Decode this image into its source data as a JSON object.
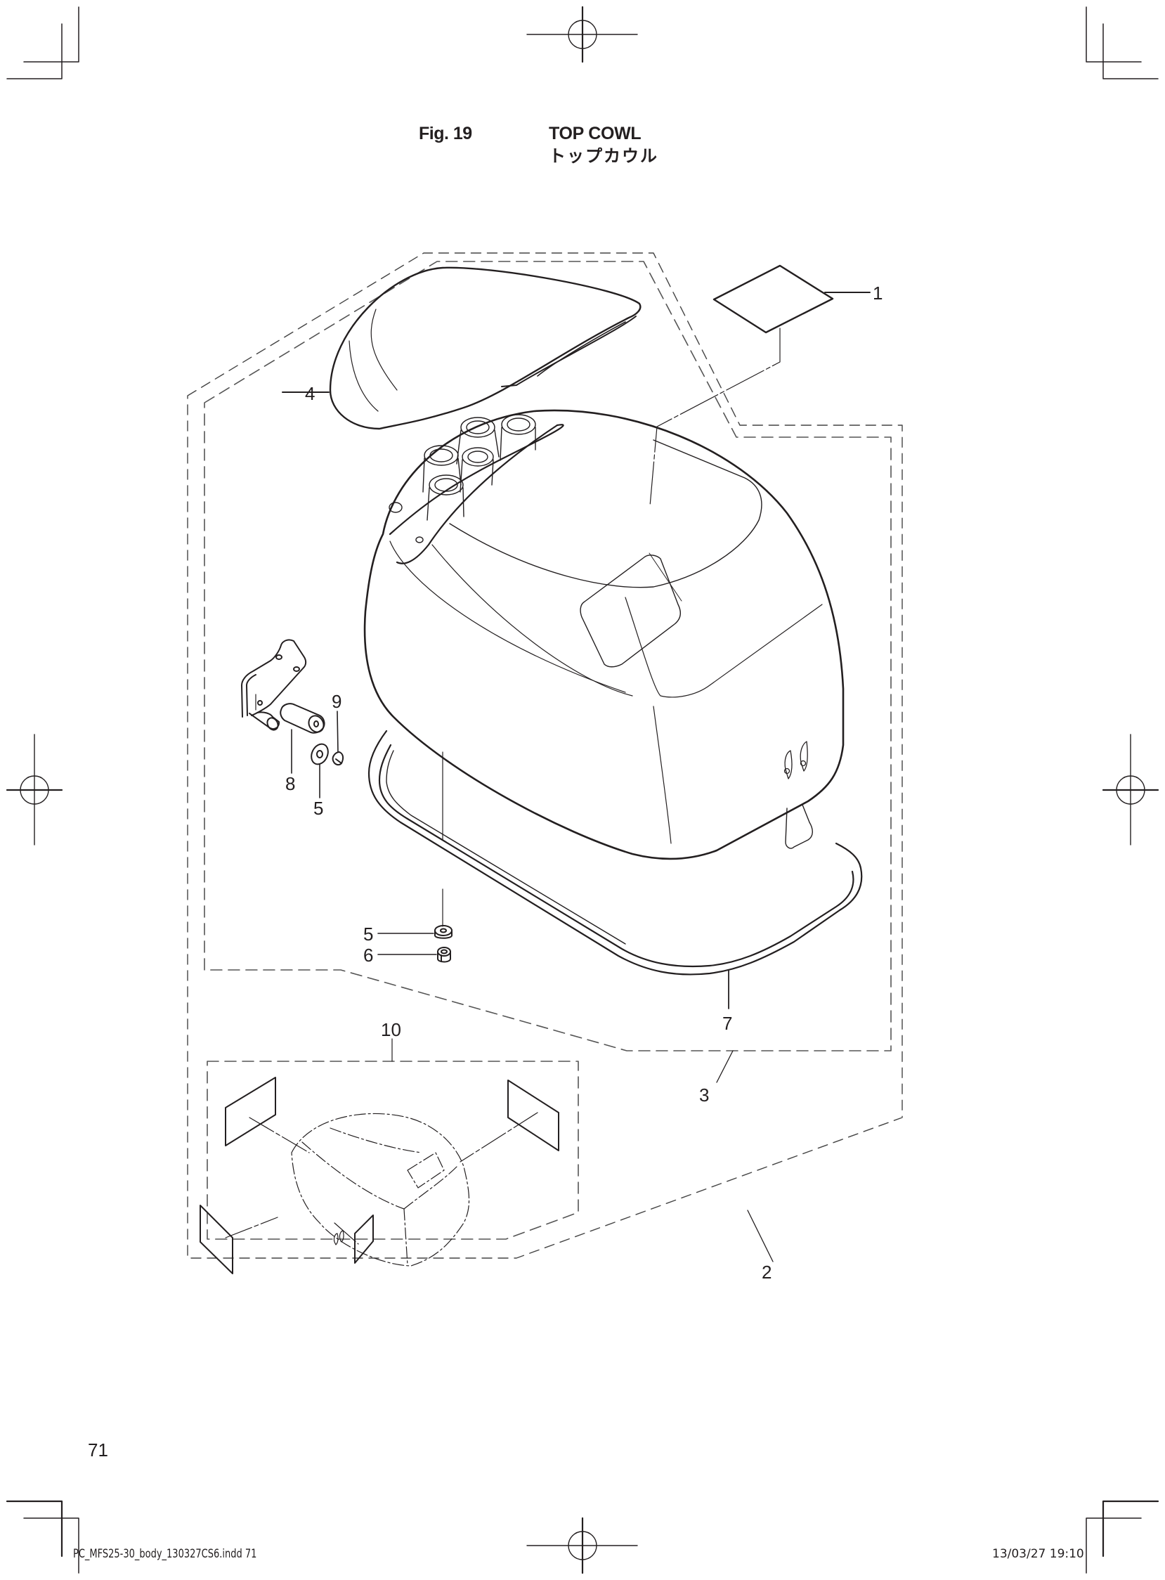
{
  "header": {
    "figure_number": "Fig. 19",
    "title_en": "TOP COWL",
    "title_jp": "トップカウル"
  },
  "callouts": [
    {
      "id": "1",
      "label": "1",
      "part": "decal"
    },
    {
      "id": "2",
      "label": "2",
      "part": "top-cowl-assy"
    },
    {
      "id": "3",
      "label": "3",
      "part": "top-cowl-sub-assy"
    },
    {
      "id": "4",
      "label": "4",
      "part": "top-cover"
    },
    {
      "id": "5a",
      "label": "5",
      "part": "washer"
    },
    {
      "id": "5b",
      "label": "5",
      "part": "washer"
    },
    {
      "id": "6",
      "label": "6",
      "part": "nut"
    },
    {
      "id": "7",
      "label": "7",
      "part": "seal"
    },
    {
      "id": "8",
      "label": "8",
      "part": "collar"
    },
    {
      "id": "9",
      "label": "9",
      "part": "clip"
    },
    {
      "id": "10",
      "label": "10",
      "part": "decal-set"
    }
  ],
  "footer": {
    "page_number": "71",
    "file_name": "PC_MFS25-30_body_130327CS6.indd  71",
    "timestamp": "13/03/27  19:10"
  },
  "colors": {
    "ink": "#231f20",
    "dash": "#555555",
    "paper": "#ffffff"
  }
}
